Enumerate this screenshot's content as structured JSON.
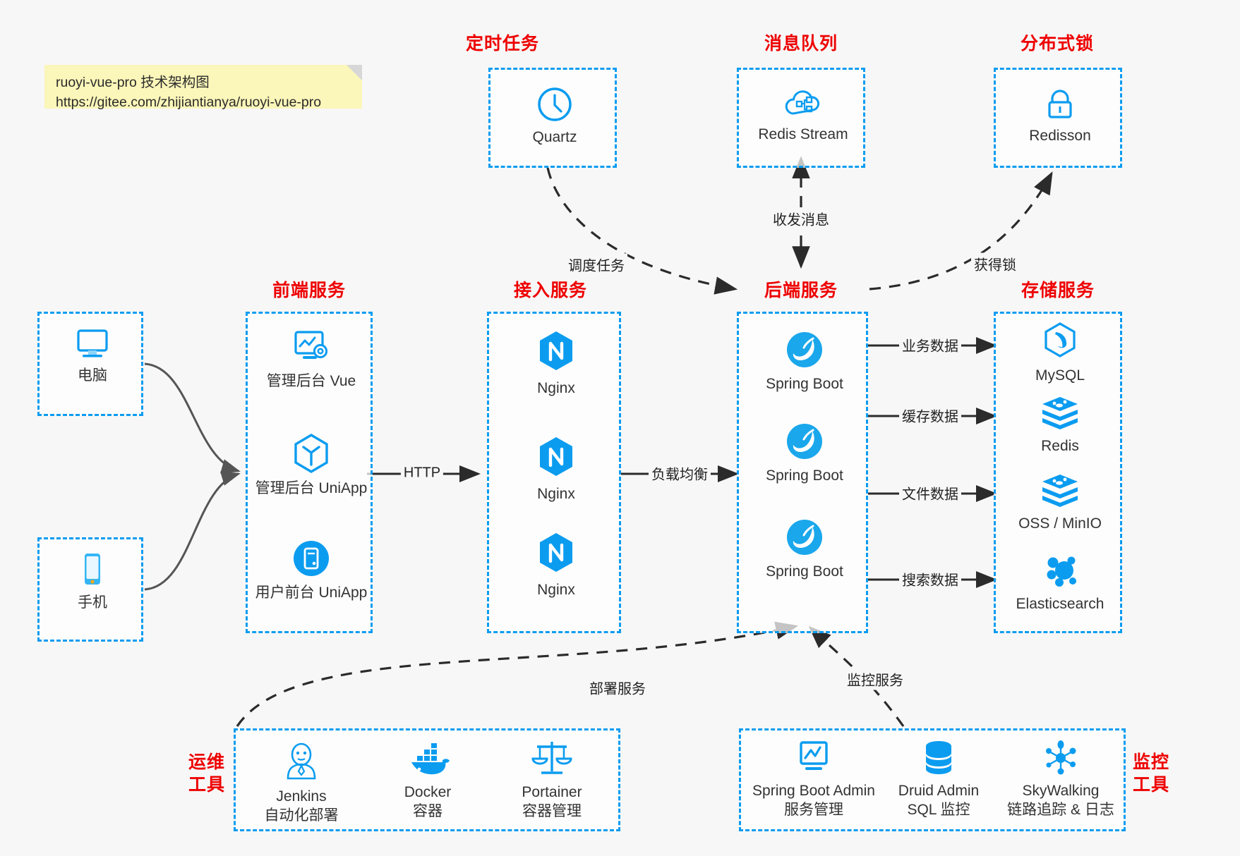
{
  "note": {
    "line1": "ruoyi-vue-pro 技术架构图",
    "line2": "https://gitee.com/zhijiantianya/ruoyi-vue-pro"
  },
  "colors": {
    "accent_blue": "#0b9cf0",
    "title_red": "#ee0000",
    "background": "#f7f7f7",
    "note_yellow": "#fbf6b9",
    "edge_dark": "#2b2b2b",
    "client_edge_gray": "#555555"
  },
  "groups": {
    "scheduled_task": {
      "title": "定时任务",
      "nodes": [
        {
          "label": "Quartz",
          "icon": "clock-icon"
        }
      ]
    },
    "message_queue": {
      "title": "消息队列",
      "nodes": [
        {
          "label": "Redis Stream",
          "icon": "cloud-stream-icon"
        }
      ]
    },
    "distributed_lock": {
      "title": "分布式锁",
      "nodes": [
        {
          "label": "Redisson",
          "icon": "lock-icon"
        }
      ]
    },
    "client_pc": {
      "nodes": [
        {
          "label": "电脑",
          "icon": "desktop-monitor-icon"
        }
      ]
    },
    "client_mobile": {
      "nodes": [
        {
          "label": "手机",
          "icon": "mobile-phone-icon"
        }
      ]
    },
    "frontend": {
      "title": "前端服务",
      "nodes": [
        {
          "label": "管理后台 Vue",
          "icon": "dashboard-gear-icon"
        },
        {
          "label": "管理后台 UniApp",
          "icon": "hexagon-cube-icon"
        },
        {
          "label": "用户前台 UniApp",
          "icon": "app-circle-icon"
        }
      ]
    },
    "gateway": {
      "title": "接入服务",
      "nodes": [
        {
          "label": "Nginx",
          "icon": "nginx-icon"
        },
        {
          "label": "Nginx",
          "icon": "nginx-icon"
        },
        {
          "label": "Nginx",
          "icon": "nginx-icon"
        }
      ]
    },
    "backend": {
      "title": "后端服务",
      "nodes": [
        {
          "label": "Spring Boot",
          "icon": "spring-boot-icon"
        },
        {
          "label": "Spring Boot",
          "icon": "spring-boot-icon"
        },
        {
          "label": "Spring Boot",
          "icon": "spring-boot-icon"
        }
      ]
    },
    "storage": {
      "title": "存储服务",
      "nodes": [
        {
          "label": "MySQL",
          "icon": "mysql-dolphin-icon"
        },
        {
          "label": "Redis",
          "icon": "redis-stack-icon"
        },
        {
          "label": "OSS / MinIO",
          "icon": "oss-stack-icon"
        },
        {
          "label": "Elasticsearch",
          "icon": "elasticsearch-icon"
        }
      ]
    },
    "devops": {
      "title": "运维\n工具",
      "title_lines": [
        "运维",
        "工具"
      ],
      "nodes": [
        {
          "label": "Jenkins",
          "sublabel": "自动化部署",
          "icon": "jenkins-butler-icon"
        },
        {
          "label": "Docker",
          "sublabel": "容器",
          "icon": "docker-whale-icon"
        },
        {
          "label": "Portainer",
          "sublabel": "容器管理",
          "icon": "portainer-scale-icon"
        }
      ]
    },
    "monitoring": {
      "title_lines": [
        "监控",
        "工具"
      ],
      "nodes": [
        {
          "label": "Spring Boot Admin",
          "sublabel": "服务管理",
          "icon": "monitor-chart-icon"
        },
        {
          "label": "Druid Admin",
          "sublabel": "SQL 监控",
          "icon": "database-cylinder-icon"
        },
        {
          "label": "SkyWalking",
          "sublabel": "链路追踪 & 日志",
          "icon": "skywalking-node-icon"
        }
      ]
    }
  },
  "edges": [
    {
      "id": "http",
      "label": "HTTP",
      "from": "frontend",
      "to": "gateway",
      "style": "solid"
    },
    {
      "id": "load-balance",
      "label": "负载均衡",
      "from": "gateway",
      "to": "backend",
      "style": "solid"
    },
    {
      "id": "schedule-task",
      "label": "调度任务",
      "from": "scheduled_task",
      "to": "backend",
      "style": "dashed"
    },
    {
      "id": "send-receive-message",
      "label": "收发消息",
      "from": "message_queue",
      "to": "backend",
      "style": "dashed-bidirectional"
    },
    {
      "id": "acquire-lock",
      "label": "获得锁",
      "from": "backend",
      "to": "distributed_lock",
      "style": "dashed"
    },
    {
      "id": "business-data",
      "label": "业务数据",
      "from": "backend",
      "to": "storage",
      "style": "solid"
    },
    {
      "id": "cache-data",
      "label": "缓存数据",
      "from": "backend",
      "to": "storage",
      "style": "solid"
    },
    {
      "id": "file-data",
      "label": "文件数据",
      "from": "backend",
      "to": "storage",
      "style": "solid"
    },
    {
      "id": "search-data",
      "label": "搜索数据",
      "from": "backend",
      "to": "storage",
      "style": "solid"
    },
    {
      "id": "deploy-service",
      "label": "部署服务",
      "from": "devops",
      "to": "backend",
      "style": "dashed"
    },
    {
      "id": "monitor-service",
      "label": "监控服务",
      "from": "monitoring",
      "to": "backend",
      "style": "dashed"
    }
  ]
}
